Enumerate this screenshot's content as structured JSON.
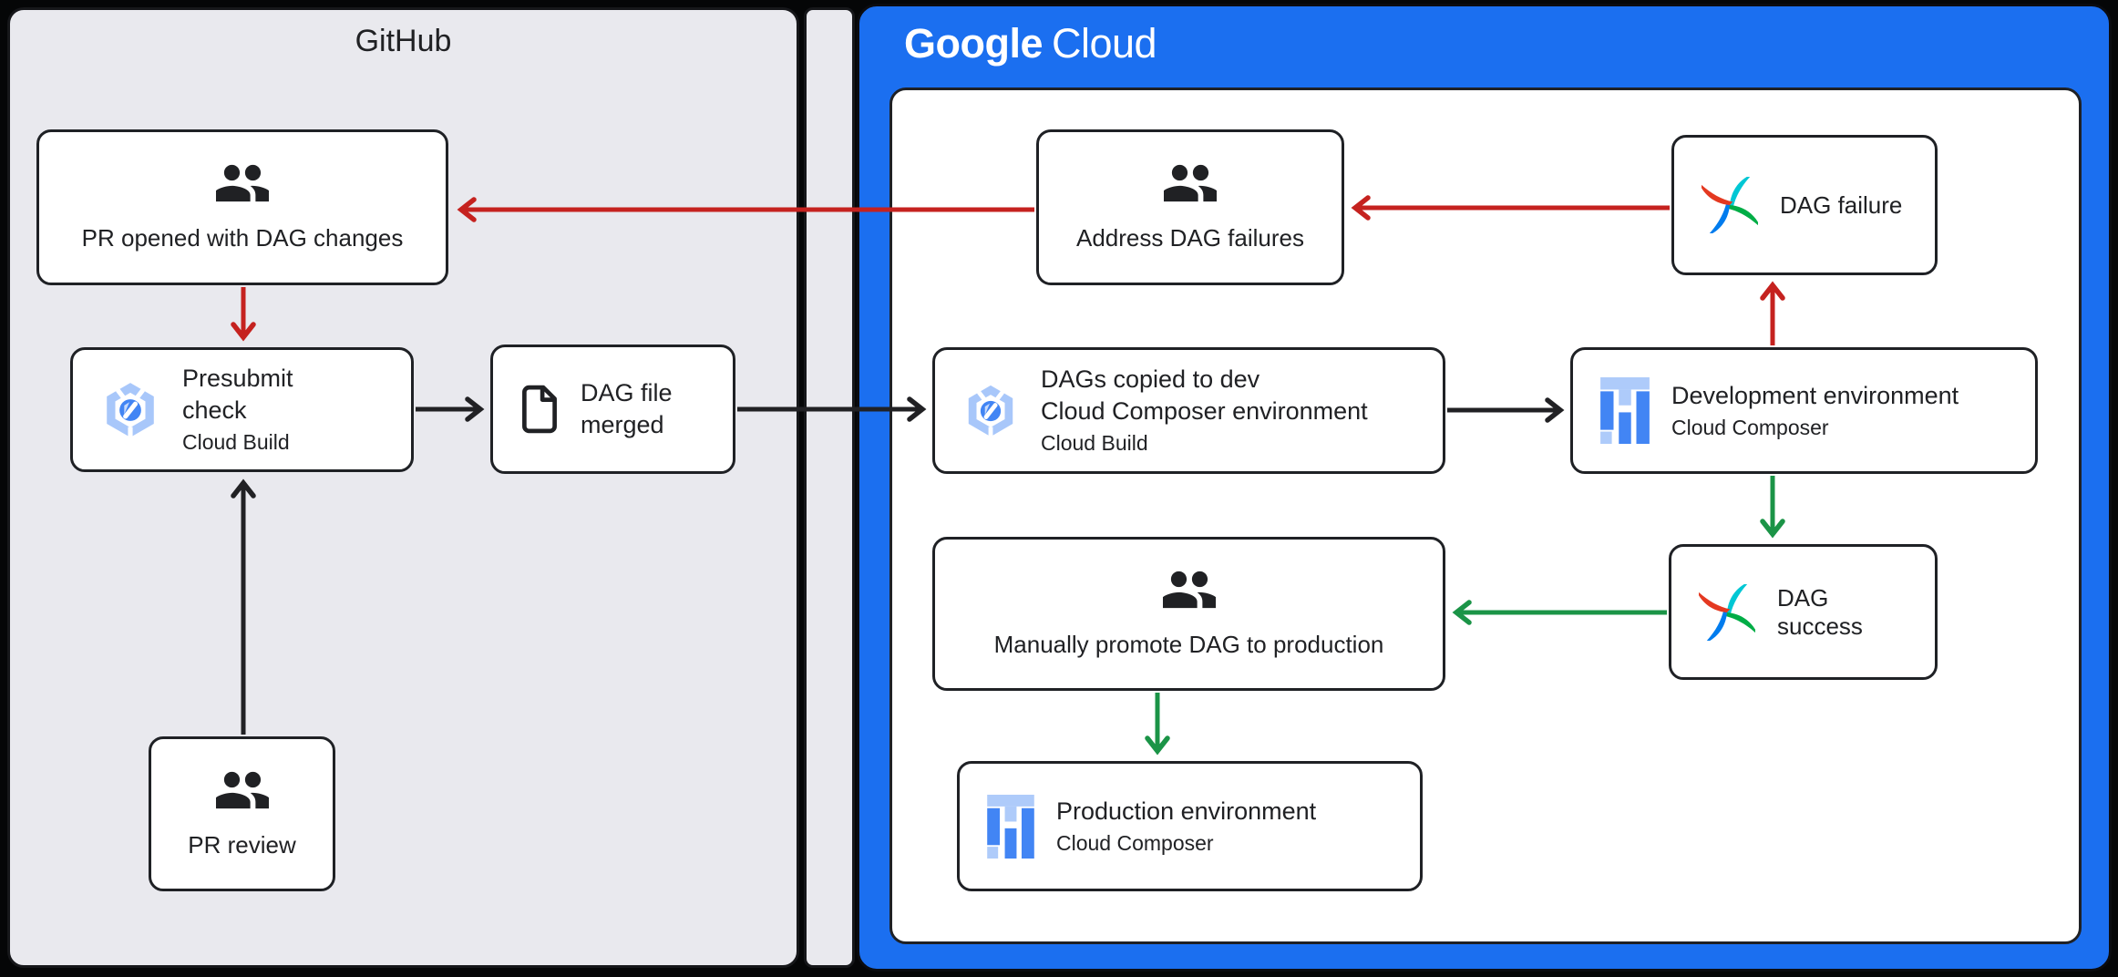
{
  "panels": {
    "github": {
      "title": "GitHub",
      "bg": "#e9e9ee"
    },
    "google_cloud": {
      "title_primary": "Google",
      "title_secondary": "Cloud",
      "bg": "#1b6ff0"
    }
  },
  "colors": {
    "arrow_red": "#c5221f",
    "arrow_green": "#1b9447",
    "arrow_black": "#212124",
    "box_border": "#1f2125",
    "cloud_build_light": "#a8c7fa",
    "cloud_build_blue": "#4285f4",
    "composer_light": "#aecbfa",
    "composer_blue": "#4285f4",
    "airflow_teal": "#00c7d4",
    "airflow_green": "#00ad46",
    "airflow_blue": "#017cee",
    "airflow_red": "#e43921"
  },
  "nodes": [
    {
      "id": "pr_opened",
      "icon": "people-icon",
      "label": "PR opened with DAG changes"
    },
    {
      "id": "presubmit",
      "icon": "cloud-build-icon",
      "lines": [
        "Presubmit",
        "check"
      ],
      "sublabel": "Cloud Build"
    },
    {
      "id": "dag_file_merged",
      "icon": "document-icon",
      "lines": [
        "DAG file",
        "merged"
      ]
    },
    {
      "id": "pr_review",
      "icon": "people-icon",
      "label": "PR review"
    },
    {
      "id": "address_failures",
      "icon": "people-icon",
      "label": "Address DAG failures"
    },
    {
      "id": "dag_failure",
      "icon": "airflow-icon",
      "label": "DAG failure"
    },
    {
      "id": "dags_copied",
      "icon": "cloud-build-icon",
      "lines": [
        "DAGs copied to dev",
        "Cloud Composer environment"
      ],
      "sublabel": "Cloud Build"
    },
    {
      "id": "dev_env",
      "icon": "cloud-composer-icon",
      "lines": [
        "Development environment"
      ],
      "sublabel": "Cloud Composer"
    },
    {
      "id": "promote",
      "icon": "people-icon",
      "label": "Manually promote DAG to production"
    },
    {
      "id": "dag_success",
      "icon": "airflow-icon",
      "label": "DAG success"
    },
    {
      "id": "prod_env",
      "icon": "cloud-composer-icon",
      "lines": [
        "Production environment"
      ],
      "sublabel": "Cloud Composer"
    }
  ]
}
